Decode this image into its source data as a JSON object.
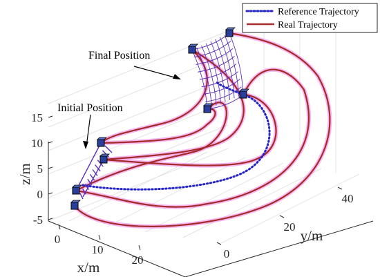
{
  "chart_data": {
    "type": "line3d",
    "axes": {
      "x": {
        "label": "x/m",
        "ticks": [
          0,
          10,
          20
        ]
      },
      "y": {
        "label": "y/m",
        "ticks": [
          0,
          20,
          40
        ]
      },
      "z": {
        "label": "z/m",
        "ticks": [
          -5,
          0,
          5,
          10,
          15
        ]
      }
    },
    "grid": true,
    "legend": {
      "placement": "top-right",
      "entries": [
        {
          "name": "Reference Trajectory",
          "style": "dotted",
          "color": "#2323c8"
        },
        {
          "name": "Real Trajectory",
          "style": "solid",
          "color": "#a52a2a"
        }
      ]
    },
    "annotations": {
      "initial": "Initial Position",
      "final": "Final Position"
    },
    "colors": {
      "reference": "#2323c8",
      "real": "#a52a2a",
      "halo": "#f2a6ee",
      "net": "#5a2db4",
      "node": "#2a3f9c"
    }
  }
}
